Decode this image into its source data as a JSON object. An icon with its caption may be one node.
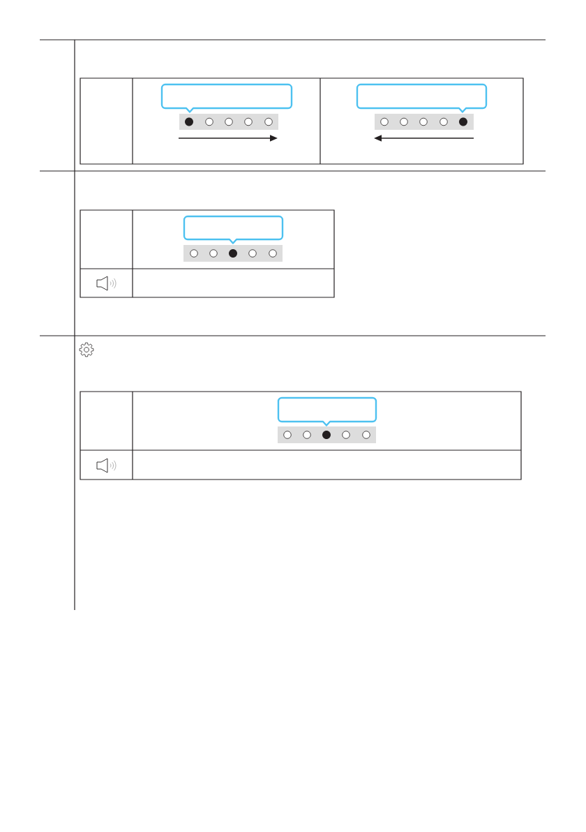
{
  "diagram": {
    "nodes": [
      {
        "text": [],
        "shape": "bubble"
      },
      {
        "text": [],
        "shape": "bubble"
      },
      {
        "text": [],
        "shape": "bubble"
      },
      {
        "text": [],
        "shape": "bubble"
      }
    ]
  }
}
